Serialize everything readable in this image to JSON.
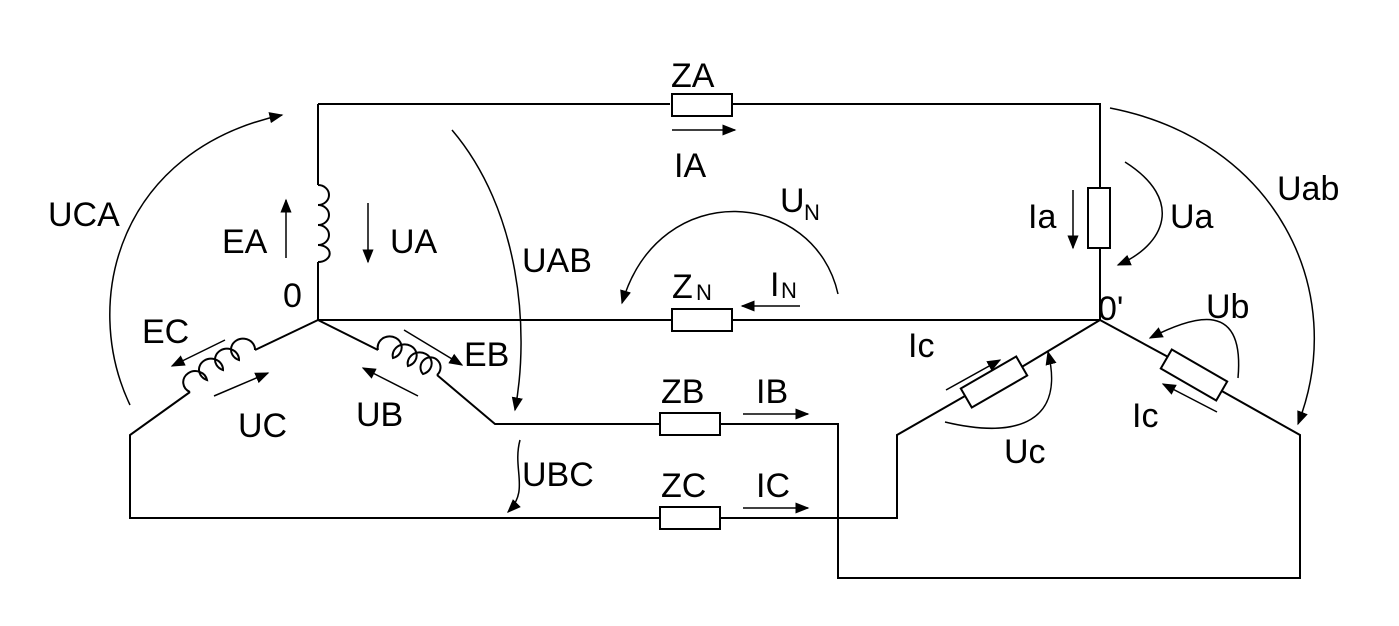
{
  "labels": {
    "za": "ZA",
    "ia_line": "IA",
    "ia_load": "Ia",
    "ua_load": "Ua",
    "uab_load": "Uab",
    "uca": "UCA",
    "ea": "EA",
    "ua": "UA",
    "uab": "UAB",
    "un_main": "U",
    "un_sub": "N",
    "zn_main": "Z",
    "zn_sub": "N",
    "in_main": "I",
    "in_sub": "N",
    "node0": "0",
    "node0p": "0'",
    "ec": "EC",
    "eb": "EB",
    "uc": "UC",
    "ub": "UB",
    "zb": "ZB",
    "ib": "IB",
    "ubc": "UBC",
    "zc": "ZC",
    "ic": "IC",
    "ic_load_left": "Ic",
    "uc_load": "Uc",
    "ub_load": "Ub",
    "ic_load_right": "Ic"
  }
}
